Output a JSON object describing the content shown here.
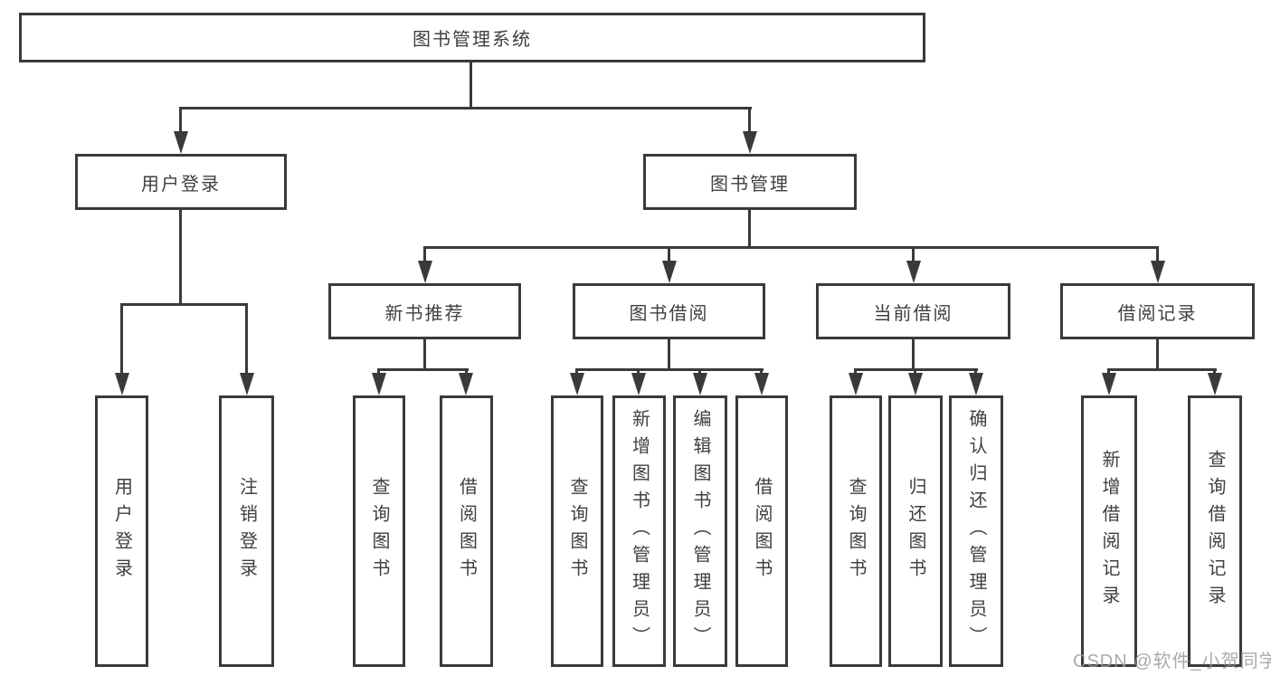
{
  "diagram": {
    "title": "图书管理系统",
    "branches": [
      {
        "label": "用户登录",
        "leaves": [
          "用户登录",
          "注销登录"
        ]
      },
      {
        "label": "图书管理",
        "children": [
          {
            "label": "新书推荐",
            "leaves": [
              "查询图书",
              "借阅图书"
            ]
          },
          {
            "label": "图书借阅",
            "leaves": [
              "查询图书",
              "新增图书（管理员）",
              "编辑图书（管理员）",
              "借阅图书"
            ]
          },
          {
            "label": "当前借阅",
            "leaves": [
              "查询图书",
              "归还图书",
              "确认归还（管理员）"
            ]
          },
          {
            "label": "借阅记录",
            "leaves": [
              "新增借阅记录",
              "查询借阅记录"
            ]
          }
        ]
      }
    ]
  },
  "watermark": {
    "text": "CSDN @软件_小贺同学"
  },
  "colors": {
    "line": "#3a3a3a",
    "text": "#3f3f3f",
    "box_fill": "#ffffff",
    "watermark": "#9c9c9c",
    "background": "#ffffff"
  }
}
